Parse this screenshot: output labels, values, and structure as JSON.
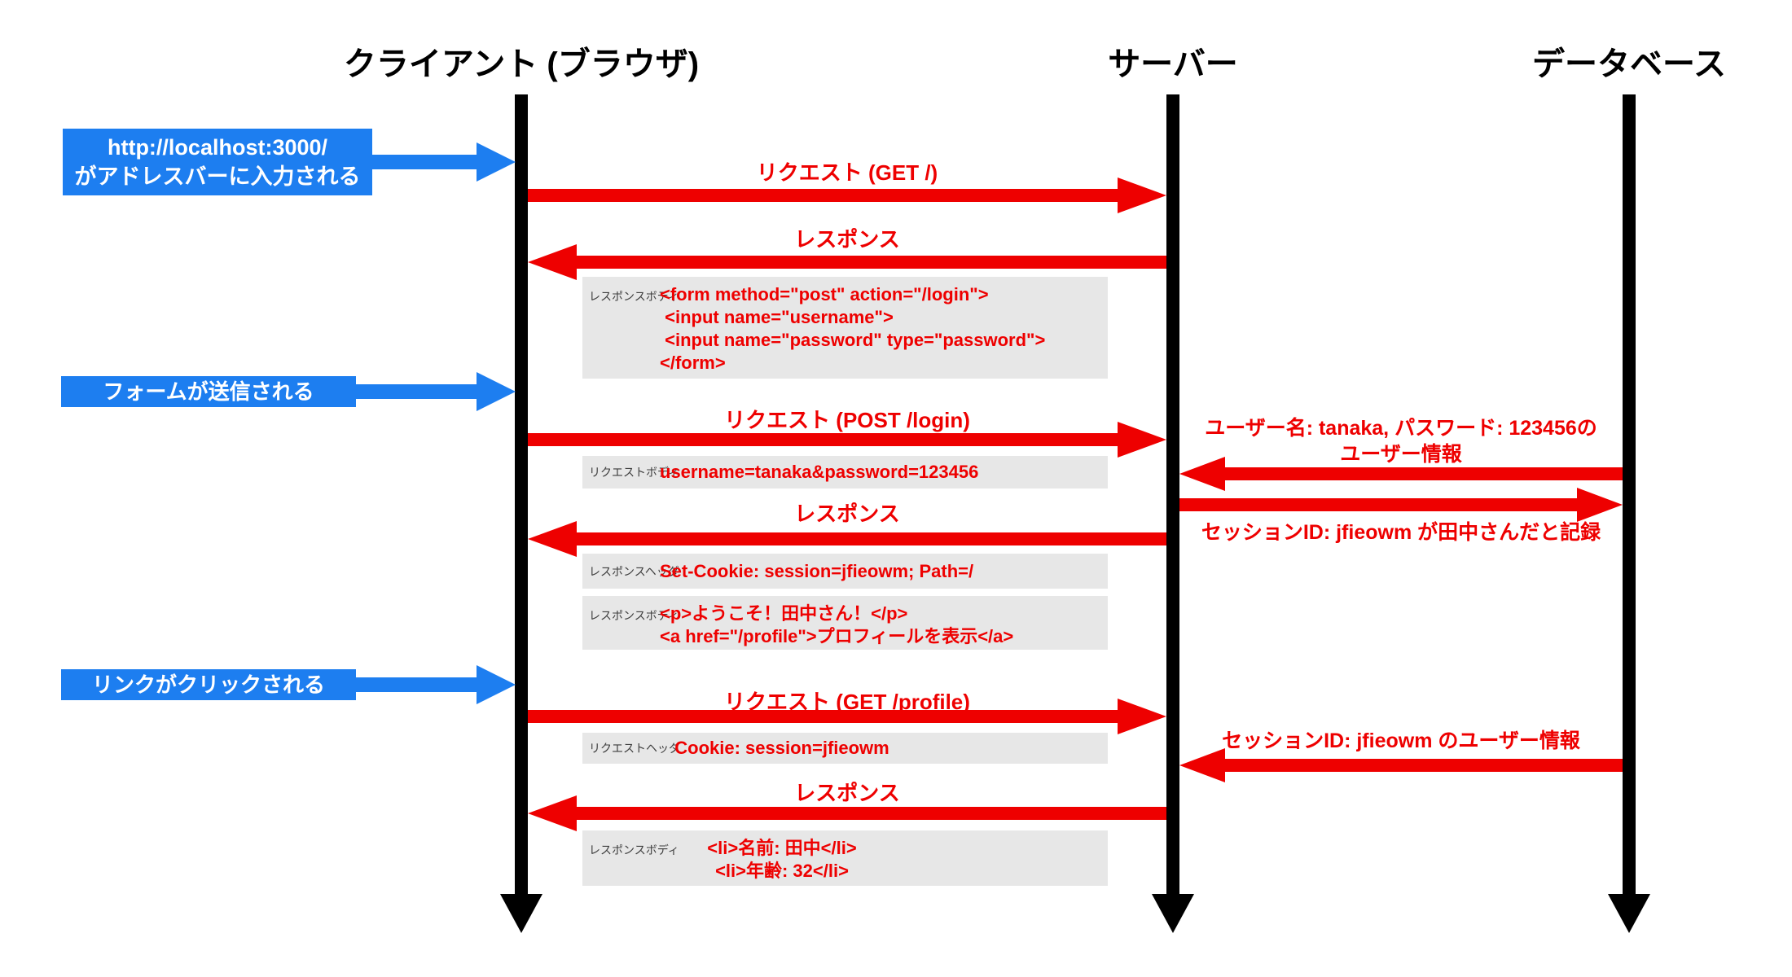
{
  "colors": {
    "accent_blue": "#1d7ef0",
    "accent_red": "#ee0000",
    "payload_bg": "#e7e7e7",
    "line_black": "#000000"
  },
  "actors": {
    "client": {
      "label": "クライアント (ブラウザ)"
    },
    "server": {
      "label": "サーバー"
    },
    "database": {
      "label": "データベース"
    }
  },
  "events": [
    {
      "lines": [
        "http://localhost:3000/",
        "がアドレスバーに入力される"
      ]
    },
    {
      "lines": [
        "フォームが送信される"
      ]
    },
    {
      "lines": [
        "リンクがクリックされる"
      ]
    }
  ],
  "messages": [
    {
      "label": "リクエスト (GET /)",
      "from": "client",
      "to": "server"
    },
    {
      "label": "レスポンス",
      "from": "server",
      "to": "client"
    },
    {
      "label": "リクエスト (POST /login)",
      "from": "client",
      "to": "server"
    },
    {
      "label": "レスポンス",
      "from": "server",
      "to": "client"
    },
    {
      "label": "リクエスト (GET /profile)",
      "from": "client",
      "to": "server"
    },
    {
      "label": "レスポンス",
      "from": "server",
      "to": "client"
    }
  ],
  "db_messages": [
    {
      "label_lines": [
        "ユーザー名: tanaka, パスワード: 123456の",
        "ユーザー情報"
      ],
      "from": "database",
      "to": "server"
    },
    {
      "label_lines": [
        "セッションID: jfieowm が田中さんだと記録"
      ],
      "from": "server",
      "to": "database"
    },
    {
      "label_lines": [
        "セッションID: jfieowm のユーザー情報"
      ],
      "from": "database",
      "to": "server"
    }
  ],
  "payloads": [
    {
      "label": "レスポンスボディ",
      "code_lines": [
        "<form method=\"post\" action=\"/login\">",
        " <input name=\"username\">",
        " <input name=\"password\" type=\"password\">",
        "</form>"
      ]
    },
    {
      "label": "リクエストボディ",
      "code_lines": [
        "username=tanaka&password=123456"
      ]
    },
    {
      "label": "レスポンスヘッダ",
      "code_lines": [
        "Set-Cookie: session=jfieowm; Path=/"
      ]
    },
    {
      "label": "レスポンスボディ",
      "code_lines": [
        "<p>ようこそ！田中さん！</p>",
        "<a href=\"/profile\">プロフィールを表示</a>"
      ]
    },
    {
      "label": "リクエストヘッダ",
      "code_lines": [
        "Cookie: session=jfieowm"
      ]
    },
    {
      "label": "レスポンスボディ",
      "code_lines": [
        "<li>名前: 田中</li>",
        "<li>年齢: 32</li>"
      ]
    }
  ]
}
